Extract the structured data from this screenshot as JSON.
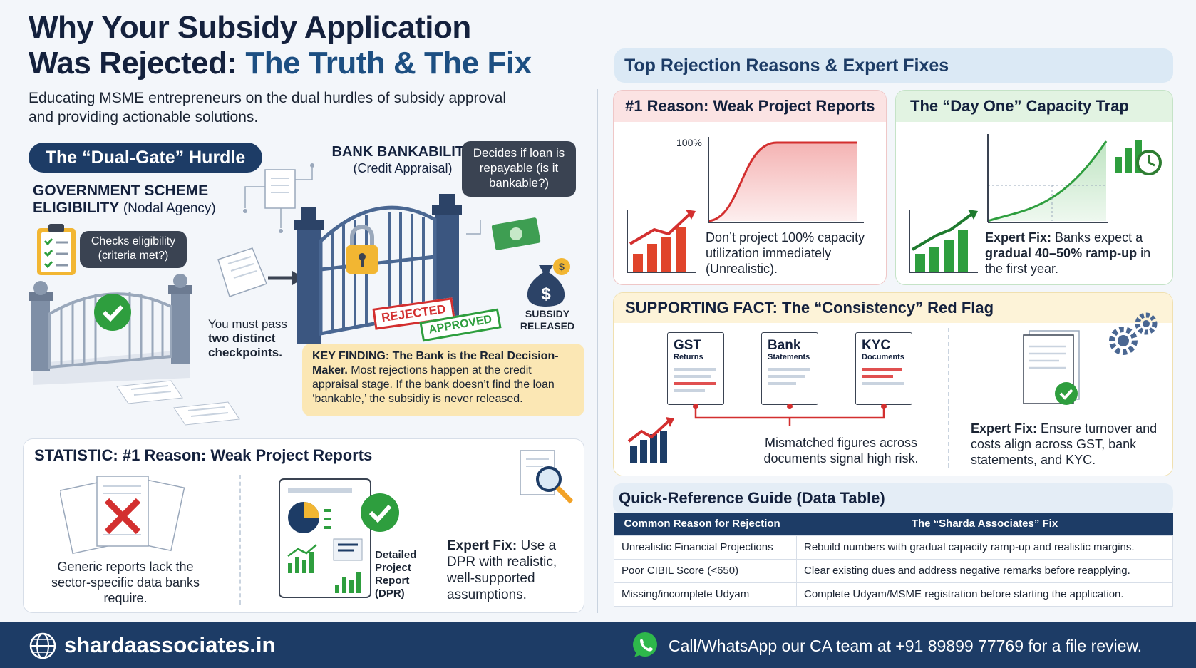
{
  "title": {
    "line1": "Why Your Subsidy Application",
    "line2_a": "Was Rejected: ",
    "line2_b": "The Truth & The Fix"
  },
  "subtitle": "Educating MSME entrepreneurs on the dual hurdles of subsidy approval and providing actionable solutions.",
  "dual_gate": {
    "pill": "The “Dual-Gate” Hurdle",
    "gov_label": "GOVERNMENT SCHEME ELIGIBILITY",
    "gov_sub": "(Nodal Agency)",
    "gov_bubble": "Checks eligibility (criteria met?)",
    "bank_label": "BANK BANKABILITY",
    "bank_sub": "(Credit Appraisal)",
    "bank_bubble": "Decides if loan is repayable (is it bankable?)",
    "pass_a": "You must pass ",
    "pass_b": "two distinct checkpoints.",
    "stamp_rejected": "REJECTED",
    "stamp_approved": "APPROVED",
    "subsidy_released": "SUBSIDY RELEASED",
    "key_bold": "KEY FINDING: The Bank is the Real Decision-Maker.",
    "key_text": " Most rejections happen at the credit appraisal stage. If the bank doesn’t find the loan ‘bankable,’ the subsidiy is never released."
  },
  "statistic": {
    "title": "STATISTIC: #1 Reason: Weak Project Reports",
    "generic": "Generic reports lack the sector-specific data banks require.",
    "dpr_label": "Detailed Project Report (DPR)",
    "fix_bold": "Expert Fix:",
    "fix_text": " Use a DPR with realistic, well-supported assumptions."
  },
  "right": {
    "top_reasons": "Top Rejection Reasons & Expert Fixes",
    "red_card": {
      "head": "#1 Reason: Weak Project Reports",
      "pct": "100%",
      "text": "Don’t project 100% capacity utilization immediately (Unrealistic)."
    },
    "green_card": {
      "head": "The “Day One” Capacity Trap",
      "fix_bold": "Expert Fix:",
      "fix_a": " Banks expect a ",
      "fix_b": "gradual 40–50% ramp-up",
      "fix_c": " in the first year."
    },
    "support": {
      "head": "SUPPORTING FACT: The “Consistency” Red Flag",
      "docs": [
        {
          "title": "GST",
          "sub": "Returns"
        },
        {
          "title": "Bank",
          "sub": "Statements"
        },
        {
          "title": "KYC",
          "sub": "Documents"
        }
      ],
      "mismatch": "Mismatched figures across documents signal high risk.",
      "fix_bold": "Expert Fix:",
      "fix_text": " Ensure turnover and costs align across GST, bank statements, and KYC."
    },
    "guide": {
      "title": "Quick-Reference Guide (Data Table)",
      "headers": [
        "Common Reason for Rejection",
        "The “Sharda Associates” Fix"
      ],
      "rows": [
        [
          "Unrealistic Financial Projections",
          "Rebuild numbers with gradual capacity ramp-up and realistic margins."
        ],
        [
          "Poor CIBIL Score (<650)",
          "Clear existing dues and address negative remarks before reapplying."
        ],
        [
          "Missing/incomplete Udyam",
          "Complete Udyam/MSME registration before starting the application."
        ]
      ]
    }
  },
  "footer": {
    "site": "shardaassociates.in",
    "cta": "Call/WhatsApp our CA team at +91 89899 77769 for a file review."
  },
  "icons": {
    "globe": "globe-icon",
    "whatsapp": "whatsapp-icon",
    "checklist": "checklist-icon",
    "money_bag": "money-bag-icon",
    "gears": "gears-icon",
    "magnifier": "magnifier-icon"
  },
  "colors": {
    "navy": "#1d3c66",
    "accent_red": "#d32f2f",
    "accent_green": "#2e9e3e",
    "highlight": "#fbe7b4"
  }
}
